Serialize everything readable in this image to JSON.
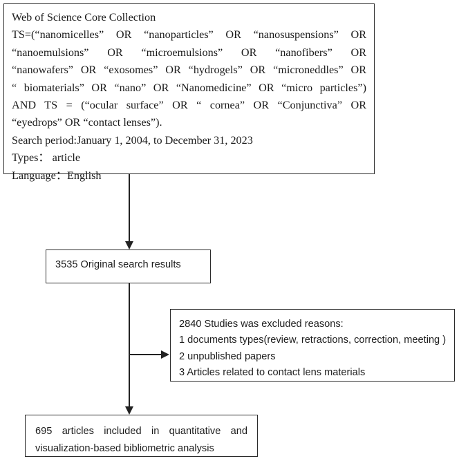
{
  "diagram": {
    "title": "Literature search and screening flowchart",
    "colors": {
      "line": "#222222",
      "border": "#2b2b2b",
      "text": "#1d1d1d",
      "background": "#ffffff"
    }
  },
  "search_box": {
    "database": "Web of Science Core Collection",
    "query_lines": [
      "TS=(“nanomicelles” OR “nanoparticles” OR “nanosuspensions” OR",
      "“nanoemulsions” OR “microemulsions” OR “nanofibers” OR",
      "“nanowafers” OR “exosomes” OR “hydrogels” OR “microneddles” OR",
      "“ biomaterials” OR “nano” OR “Nanomedicine” OR “micro particles”)",
      "AND TS = (“ocular surface” OR “ cornea” OR “Conjunctiva” OR",
      "“eyedrops” OR “contact lenses”)."
    ],
    "search_period": "Search period:January 1, 2004, to December 31, 2023",
    "types": "Types： article",
    "language": "Language：English"
  },
  "original_results": {
    "count": 3535,
    "label": "3535 Original search results"
  },
  "exclusions": {
    "header": "2840 Studies was excluded reasons:",
    "count": 2840,
    "reasons": [
      "1 documents types(review, retractions, correction, meeting )",
      "2 unpublished papers",
      "3 Articles related to contact lens materials"
    ]
  },
  "included": {
    "count": 695,
    "line1": "695  articles  included  in  quantitative  and",
    "line2": "visualization-based bibliometric analysis"
  },
  "connectors": {
    "arrow1_name": "arrow-search-to-results",
    "arrow2_name": "arrow-results-to-included",
    "arrow3_name": "arrow-results-to-exclusions"
  }
}
